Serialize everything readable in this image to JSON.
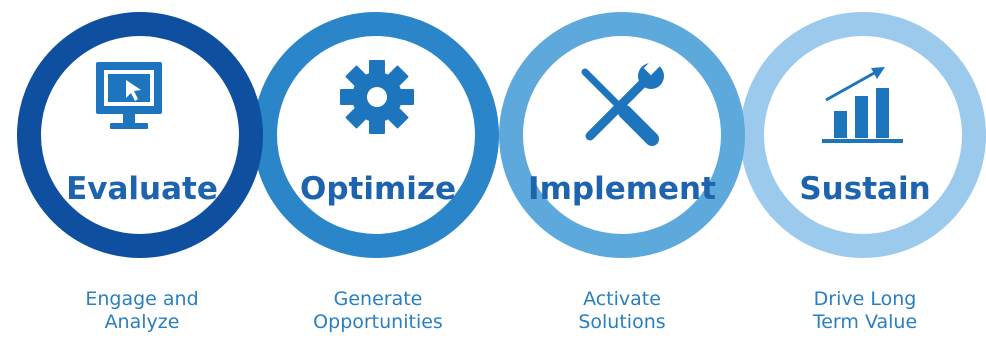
{
  "stages": [
    {
      "title": "Evaluate",
      "caption_line1": "Engage and",
      "caption_line2": "Analyze",
      "icon": "monitor-cursor-icon",
      "color": "#0f4fa0"
    },
    {
      "title": "Optimize",
      "caption_line1": "Generate",
      "caption_line2": "Opportunities",
      "icon": "gear-icon",
      "color": "#2a86c8"
    },
    {
      "title": "Implement",
      "caption_line1": "Activate",
      "caption_line2": "Solutions",
      "icon": "tools-icon",
      "color": "#5ea9dc"
    },
    {
      "title": "Sustain",
      "caption_line1": "Drive Long",
      "caption_line2": "Term Value",
      "icon": "growth-chart-icon",
      "color": "#9ccaec"
    }
  ],
  "colors": {
    "title_text": "#1d63ad",
    "caption_text": "#2a7fc0",
    "icon_dark": "#0f4fa0",
    "icon_mid": "#1d75bd"
  }
}
